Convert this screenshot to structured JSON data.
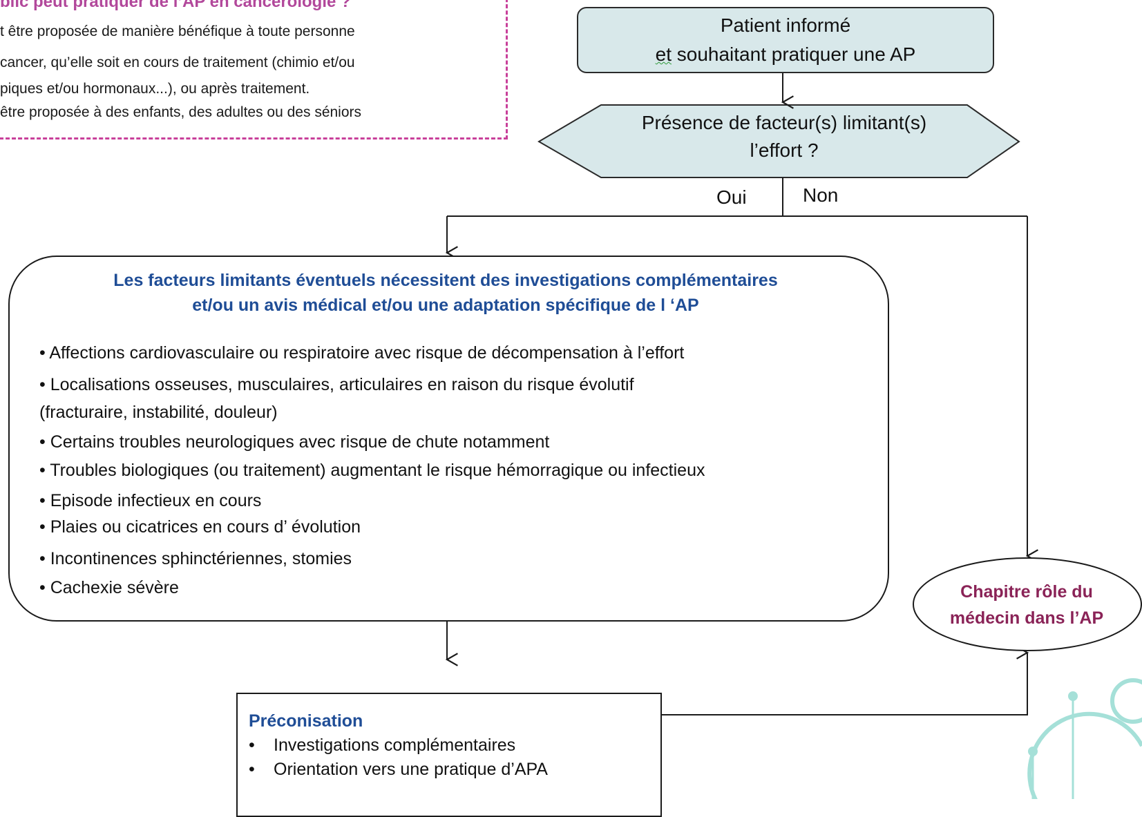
{
  "info": {
    "title": "blic peut pratiquer de l’AP en cancérologie ?",
    "lines": [
      "t être proposée de manière bénéfique à toute personne",
      "cancer, qu’elle soit en cours de traitement (chimio et/ou",
      "piques et/ou hormonaux...), ou après traitement.",
      "être proposée à des enfants, des adultes ou des séniors"
    ]
  },
  "patient": {
    "line1": "Patient informé",
    "line2_word1": "et",
    "line2_rest": " souhaitant pratiquer une AP"
  },
  "decision": {
    "line1": "Présence de facteur(s) limitant(s)",
    "line2": "l’effort ?",
    "yes": "Oui",
    "no": "Non"
  },
  "factors": {
    "title_line1": "Les facteurs limitants éventuels nécessitent des investigations complémentaires",
    "title_line2": "et/ou un avis médical et/ou une adaptation spécifique de l ‘AP",
    "items": [
      "• Affections cardiovasculaire ou respiratoire avec risque de décompensation à l’effort",
      "• Localisations osseuses, musculaires, articulaires en raison du risque évolutif",
      "(fracturaire, instabilité, douleur)",
      "• Certains troubles neurologiques avec risque de chute notamment",
      "• Troubles biologiques (ou traitement) augmentant le risque hémorragique ou infectieux",
      "• Episode infectieux en cours",
      "• Plaies ou cicatrices en cours d’ évolution",
      "• Incontinences sphinctériennes, stomies",
      "• Cachexie sévère"
    ]
  },
  "recommendation": {
    "title": "Préconisation",
    "bullet": "•",
    "items": [
      "Investigations complémentaires",
      "Orientation vers une pratique d’APA"
    ]
  },
  "chapter": {
    "line1": "Chapitre rôle du",
    "line2": "médecin dans l’AP"
  },
  "colors": {
    "info_accent": "#c8409a",
    "title_blue": "#1f4d96",
    "chapter_text": "#8a2357",
    "box_fill": "#d8e8ea",
    "decor_teal": "#7fd3c8"
  }
}
